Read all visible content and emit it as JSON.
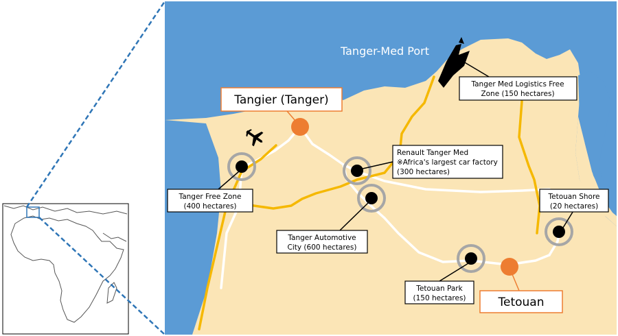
{
  "port": {
    "name": "Tanger-Med Port"
  },
  "cities": {
    "tangier": "Tangier (Tanger)",
    "tetouan": "Tetouan"
  },
  "zones": [
    {
      "line1": "Tanger Med Logistics Free",
      "line2": "Zone (150 hectares)"
    },
    {
      "line1": "Renault Tanger Med",
      "line2": "※Africa's largest car factory",
      "line3": "(300 hectares)"
    },
    {
      "line1": "Tanger Free Zone",
      "line2": "(400 hectares)"
    },
    {
      "line1": "Tetouan Shore",
      "line2": "(20 hectares)"
    },
    {
      "line1": "Tanger Automotive",
      "line2": "City (600 hectares)"
    },
    {
      "line1": "Tetouan Park",
      "line2": "(150 hectares)"
    }
  ],
  "colors": {
    "sea": "#5b9bd5",
    "land": "#fbe5b6",
    "highway": "#f5b800",
    "road": "#ffffff",
    "city": "#ed7d31",
    "zone_ring": "#a6a6a6",
    "zone_dot": "#000000",
    "inset_line": "#2e75b6"
  },
  "icons": {
    "airport": "airplane-icon",
    "port": "ship-icon"
  }
}
